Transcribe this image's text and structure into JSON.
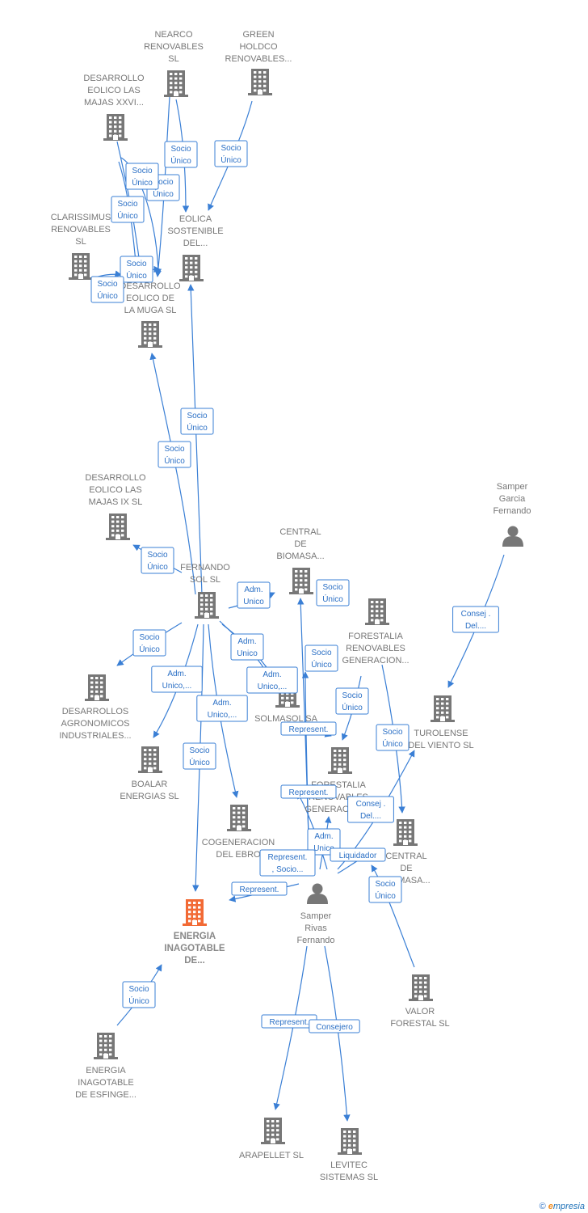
{
  "nodes": [
    {
      "id": "nearco",
      "label": [
        "NEARCO",
        "RENOVABLES",
        "SL"
      ],
      "kind": "company"
    },
    {
      "id": "green",
      "label": [
        "GREEN",
        "HOLDCO",
        "RENOVABLES..."
      ],
      "kind": "company"
    },
    {
      "id": "majas26",
      "label": [
        "DESARROLLO",
        "EOLICO LAS",
        "MAJAS XXVI..."
      ],
      "kind": "company"
    },
    {
      "id": "clarissimus",
      "label": [
        "CLARISSIMUS",
        "RENOVABLES",
        "SL"
      ],
      "kind": "company"
    },
    {
      "id": "eolica",
      "label": [
        "EOLICA",
        "SOSTENIBLE",
        "DEL..."
      ],
      "kind": "company"
    },
    {
      "id": "muga",
      "label": [
        "DESARROLLO",
        "EOLICO DE",
        "LA MUGA SL"
      ],
      "kind": "company"
    },
    {
      "id": "majas9",
      "label": [
        "DESARROLLO",
        "EOLICO LAS",
        "MAJAS IX  SL"
      ],
      "kind": "company"
    },
    {
      "id": "fernando",
      "label": [
        "FERNANDO",
        "SOL SL"
      ],
      "kind": "company"
    },
    {
      "id": "centralbio",
      "label": [
        "CENTRAL",
        "DE",
        "BIOMASA..."
      ],
      "kind": "company"
    },
    {
      "id": "forestalia1",
      "label": [
        "FORESTALIA",
        "RENOVABLES",
        "GENERACION..."
      ],
      "kind": "company"
    },
    {
      "id": "samperGF",
      "label": [
        "Samper",
        "Garcia",
        "Fernando"
      ],
      "kind": "person"
    },
    {
      "id": "agronomicos",
      "label": [
        "DESARROLLOS",
        "AGRONOMICOS",
        "INDUSTRIALES..."
      ],
      "kind": "company"
    },
    {
      "id": "solmasol",
      "label": [
        "SOLMASOL  SA"
      ],
      "kind": "company"
    },
    {
      "id": "turolense",
      "label": [
        "TUROLENSE",
        "DEL VIENTO SL"
      ],
      "kind": "company"
    },
    {
      "id": "boalar",
      "label": [
        "BOALAR",
        "ENERGIAS  SL"
      ],
      "kind": "company"
    },
    {
      "id": "forestalia2",
      "label": [
        "FORESTALIA",
        "RENOVABLES",
        "GENERACION..."
      ],
      "kind": "company"
    },
    {
      "id": "cogeneracion",
      "label": [
        "COGENERACION",
        "DEL EBRO"
      ],
      "kind": "company"
    },
    {
      "id": "central2",
      "label": [
        "CENTRAL",
        "DE",
        "BIOMASA..."
      ],
      "kind": "company"
    },
    {
      "id": "energia",
      "label": [
        "ENERGIA",
        "INAGOTABLE",
        "DE..."
      ],
      "kind": "focus"
    },
    {
      "id": "samperRF",
      "label": [
        "Samper",
        "Rivas",
        "Fernando"
      ],
      "kind": "person"
    },
    {
      "id": "esfinge",
      "label": [
        "ENERGIA",
        "INAGOTABLE",
        "DE ESFINGE..."
      ],
      "kind": "company"
    },
    {
      "id": "valor",
      "label": [
        "VALOR",
        "FORESTAL SL"
      ],
      "kind": "company"
    },
    {
      "id": "arapellet",
      "label": [
        "ARAPELLET  SL"
      ],
      "kind": "company"
    },
    {
      "id": "levitec",
      "label": [
        "LEVITEC",
        "SISTEMAS  SL"
      ],
      "kind": "company"
    }
  ],
  "edges": [
    {
      "label": [
        "Socio",
        "Único"
      ]
    },
    {
      "label": [
        "Socio",
        "Único"
      ]
    },
    {
      "label": [
        "Socio",
        "Único"
      ]
    },
    {
      "label": [
        "Socio",
        "Único"
      ]
    },
    {
      "label": [
        "Socio",
        "Único"
      ]
    },
    {
      "label": [
        "Socio",
        "Único"
      ]
    },
    {
      "label": [
        "Socio",
        "Único"
      ]
    },
    {
      "label": [
        "Socio",
        "Único"
      ]
    },
    {
      "label": [
        "Socio",
        "Único"
      ]
    },
    {
      "label": [
        "Socio",
        "Único"
      ]
    },
    {
      "label": [
        "Adm.",
        "Unico"
      ]
    },
    {
      "label": [
        "Socio",
        "Único"
      ]
    },
    {
      "label": [
        "Adm.",
        "Unico"
      ]
    },
    {
      "label": [
        "Socio",
        "Único"
      ]
    },
    {
      "label": [
        "Adm.",
        "Unico,..."
      ]
    },
    {
      "label": [
        "Adm.",
        "Unico,..."
      ]
    },
    {
      "label": [
        "Adm.",
        "Unico,..."
      ]
    },
    {
      "label": [
        "Socio",
        "Único"
      ]
    },
    {
      "label": [
        "Socio",
        "Único"
      ]
    },
    {
      "label": [
        "Socio",
        "Único"
      ]
    },
    {
      "label": [
        "Consej .",
        "Del...."
      ]
    },
    {
      "label": [
        "Socio",
        "Único"
      ]
    },
    {
      "label": [
        "Represent."
      ]
    },
    {
      "label": [
        "Represent."
      ]
    },
    {
      "label": [
        "Consej .",
        "Del...."
      ]
    },
    {
      "label": [
        "Adm.",
        "Unico"
      ]
    },
    {
      "label": [
        "Represent.",
        ", Socio..."
      ]
    },
    {
      "label": [
        "Liquidador"
      ]
    },
    {
      "label": [
        "Represent."
      ]
    },
    {
      "label": [
        "Socio",
        "Único"
      ]
    },
    {
      "label": [
        "Socio",
        "Único"
      ]
    },
    {
      "label": [
        "Represent."
      ]
    },
    {
      "label": [
        "Consejero"
      ]
    }
  ],
  "footer": {
    "copyright": "©",
    "brand_e": "e",
    "brand_rest": "mpresia"
  },
  "colors": {
    "edge": "#3a7fd5",
    "icon": "#777777",
    "focus": "#f26a35"
  }
}
